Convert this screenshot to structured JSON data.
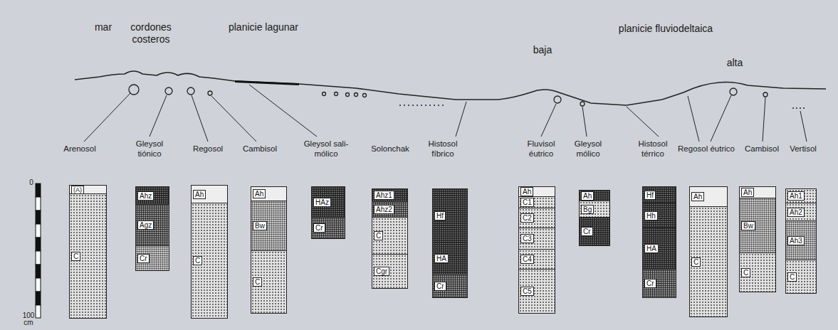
{
  "diagram": {
    "nodes": [
      {
        "text": [
          "(A)"
        ]
      },
      {
        "text": [
          "C"
        ]
      },
      {
        "text": [
          "Ahz"
        ]
      },
      {
        "text": [
          "Agz"
        ]
      },
      {
        "text": [
          "Cr"
        ]
      },
      {
        "text": [
          "Ah"
        ]
      },
      {
        "text": [
          "C"
        ]
      },
      {
        "text": [
          "Ah"
        ]
      },
      {
        "text": [
          "Bw"
        ]
      },
      {
        "text": [
          "C"
        ]
      },
      {
        "text": [
          "HAz"
        ]
      },
      {
        "text": [
          "Cr"
        ]
      },
      {
        "text": [
          "Ahz1"
        ]
      },
      {
        "text": [
          "Ahz2"
        ]
      },
      {
        "text": [
          "C"
        ]
      },
      {
        "text": [
          "Cgr"
        ]
      },
      {
        "text": [
          "Hf"
        ]
      },
      {
        "text": [
          "HA"
        ]
      },
      {
        "text": [
          "Cr"
        ]
      },
      {
        "text": [
          "Ah"
        ]
      },
      {
        "text": [
          "C1"
        ]
      },
      {
        "text": [
          "C2"
        ]
      },
      {
        "text": [
          "C3"
        ]
      },
      {
        "text": [
          "C4"
        ]
      },
      {
        "text": [
          "C5"
        ]
      },
      {
        "text": [
          "Ah"
        ]
      },
      {
        "text": [
          "Bg"
        ]
      },
      {
        "text": [
          "Cr"
        ]
      },
      {
        "text": [
          "Hf"
        ]
      },
      {
        "text": [
          "Hh"
        ]
      },
      {
        "text": [
          "HA"
        ]
      },
      {
        "text": [
          "Cr"
        ]
      },
      {
        "text": [
          "Ah"
        ]
      },
      {
        "text": [
          "C"
        ]
      },
      {
        "text": [
          "Ah"
        ]
      },
      {
        "text": [
          "Bw"
        ]
      },
      {
        "text": [
          "C"
        ]
      },
      {
        "text": [
          "Ah1"
        ]
      },
      {
        "text": [
          "Ah2"
        ]
      },
      {
        "text": [
          "Ah3"
        ]
      },
      {
        "text": [
          "C"
        ]
      }
    ],
    "labels": [
      "mar",
      "cordones costeros",
      "planicie lagunar",
      "planicie fluviodeltaica",
      "baja",
      "alta",
      "Arenosol",
      "Gleysol tiónico",
      "Regosol",
      "Cambisol",
      "Gleysol sali-mólico",
      "Solonchak",
      "Histosol fíbrico",
      "Fluvisol éutrico",
      "Gleysol mólico",
      "Histosol térrico",
      "Regosol éutrico",
      "Cambisol",
      "Vertisol",
      "0",
      "100 cm"
    ]
  }
}
